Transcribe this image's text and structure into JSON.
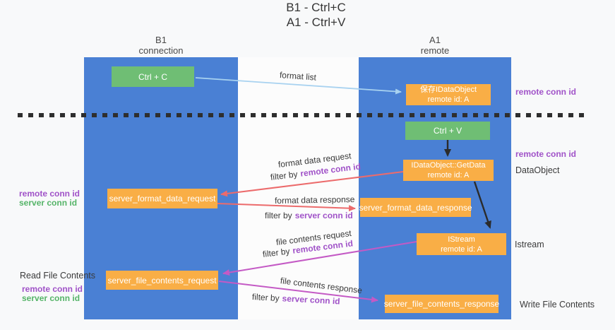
{
  "title": {
    "line1": "B1 - Ctrl+C",
    "line2": "A1 - Ctrl+V"
  },
  "lifelines": {
    "left": {
      "name": "B1",
      "subtitle": "connection"
    },
    "right": {
      "name": "A1",
      "subtitle": "remote"
    }
  },
  "nodes": {
    "ctrl_c": {
      "label": "Ctrl + C"
    },
    "ctrl_v": {
      "label": "Ctrl + V"
    },
    "save_idataobject": {
      "line1": "保存IDataObject",
      "line2": "remote id: A"
    },
    "getdata": {
      "line1": "IDataObject::GetData",
      "line2": "remote id: A"
    },
    "istream": {
      "line1": "IStream",
      "line2": "remote id: A"
    },
    "format_request": {
      "label": "server_format_data_request"
    },
    "format_response": {
      "label": "server_format_data_response"
    },
    "file_request": {
      "label": "server_file_contents_request"
    },
    "file_response": {
      "label": "server_file_contents_response"
    }
  },
  "flow_labels": {
    "format_list": "format list",
    "format_data_request": "format data request",
    "format_data_response": "format data response",
    "file_contents_request": "file contents request",
    "file_contents_response": "file contents response",
    "filter_by": "filter by",
    "remote_conn_id": "remote conn id",
    "server_conn_id": "server conn id"
  },
  "side_labels": {
    "remote_conn_id_top": "remote conn id",
    "remote_conn_id_mid": "remote conn id",
    "dataobject": "DataObject",
    "istream": "Istream",
    "read_file_contents": "Read File Contents",
    "write_file_contents": "Write File Contents",
    "left_remote_conn_id": "remote conn id",
    "left_server_conn_id": "server conn id"
  },
  "colors": {
    "lifeline_blue": "#4a80d4",
    "action_green": "#6fbe74",
    "message_orange": "#f9ae46",
    "format_list_arrow": "#a8d2f0",
    "format_arrow_red": "#ec6b6c",
    "file_arrow_magenta": "#c45ac5",
    "black_arrow": "#2b2b2b",
    "remote_conn_purple": "#a052c8",
    "server_conn_green": "#55b468"
  }
}
